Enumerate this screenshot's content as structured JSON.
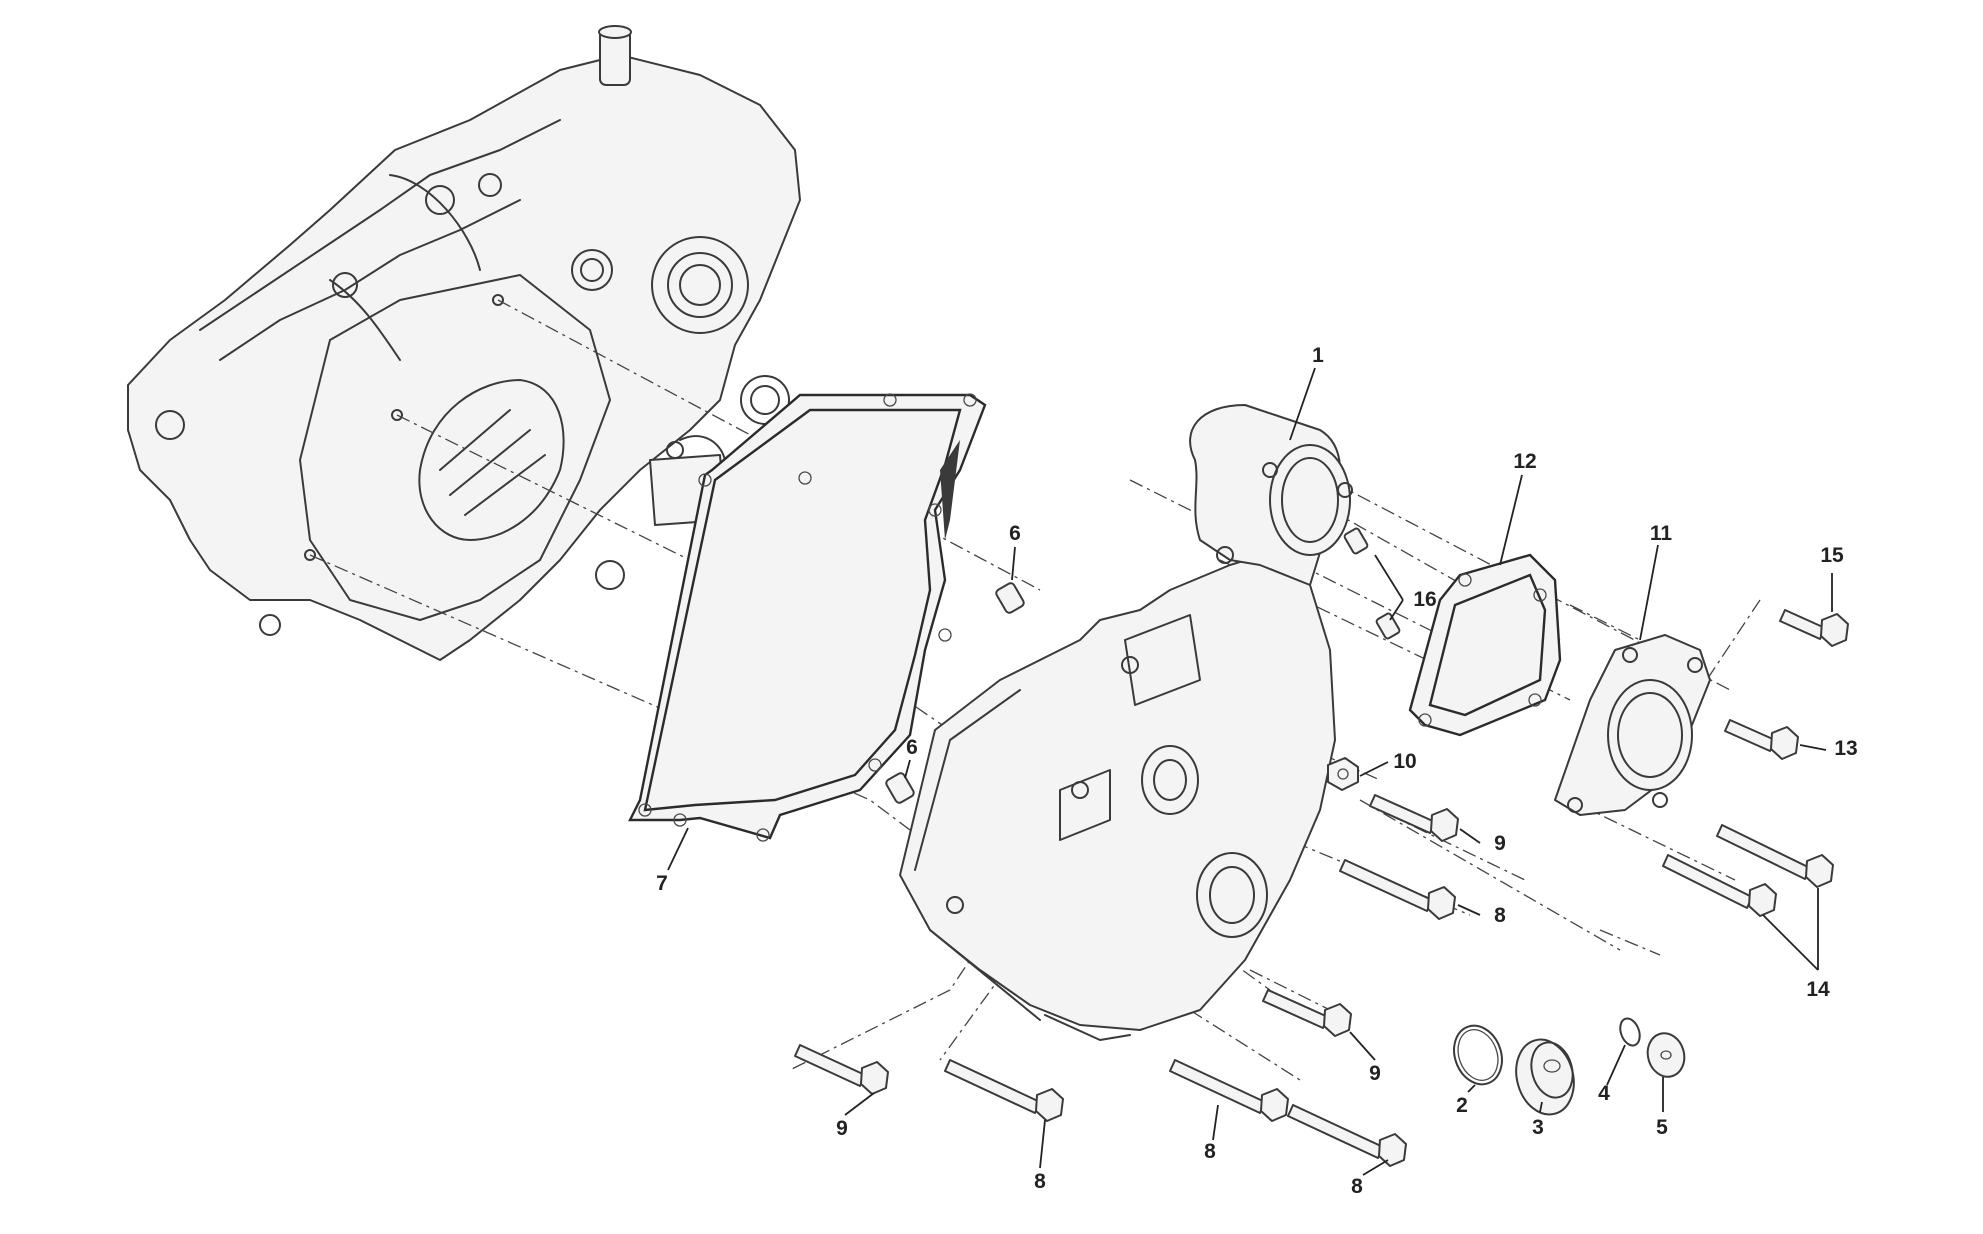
{
  "callouts": [
    {
      "id": "c1",
      "label": "1"
    },
    {
      "id": "c2",
      "label": "2"
    },
    {
      "id": "c3",
      "label": "3"
    },
    {
      "id": "c4",
      "label": "4"
    },
    {
      "id": "c5",
      "label": "5"
    },
    {
      "id": "c6a",
      "label": "6"
    },
    {
      "id": "c6b",
      "label": "6"
    },
    {
      "id": "c7",
      "label": "7"
    },
    {
      "id": "c8a",
      "label": "8"
    },
    {
      "id": "c8b",
      "label": "8"
    },
    {
      "id": "c8c",
      "label": "8"
    },
    {
      "id": "c8d",
      "label": "8"
    },
    {
      "id": "c9a",
      "label": "9"
    },
    {
      "id": "c9b",
      "label": "9"
    },
    {
      "id": "c9c",
      "label": "9"
    },
    {
      "id": "c10",
      "label": "10"
    },
    {
      "id": "c11",
      "label": "11"
    },
    {
      "id": "c12",
      "label": "12"
    },
    {
      "id": "c13",
      "label": "13"
    },
    {
      "id": "c14",
      "label": "14"
    },
    {
      "id": "c15",
      "label": "15"
    },
    {
      "id": "c16",
      "label": "16"
    }
  ]
}
